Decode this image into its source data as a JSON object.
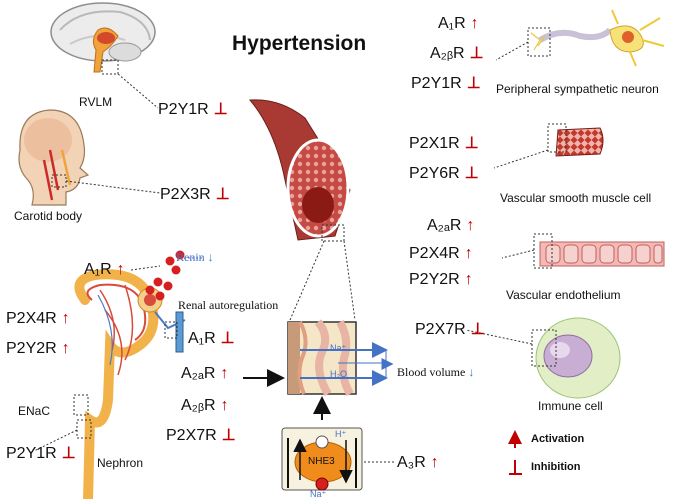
{
  "title": "Hypertension",
  "labels": {
    "rvlm": "RVLM",
    "carotid_body": "Carotid body",
    "renin": "Renin",
    "renal_autoregulation": "Renal autoregulation",
    "enac": "ENaC",
    "nephron": "Nephron",
    "peripheral_sympathetic_neuron": "Peripheral sympathetic neuron",
    "vascular_smooth_muscle_cell": "Vascular smooth muscle cell",
    "vascular_endothelium": "Vascular endothelium",
    "immune_cell": "Immune cell",
    "na_plus": "Na⁺",
    "h2o": "H₂O",
    "h_plus": "H⁺",
    "na_plus_bottom": "Na⁺",
    "blood_volume": "Blood volume",
    "nhe3": "NHE3"
  },
  "receptors": {
    "rvlm_p2y1r": {
      "name": "P2Y1R",
      "effect": "inhibition"
    },
    "carotid_p2x3r": {
      "name": "P2X3R",
      "effect": "inhibition"
    },
    "kidney_a1r": {
      "name": "A₁R",
      "effect": "activation"
    },
    "nephron_p2x4r": {
      "name": "P2X4R",
      "effect": "activation"
    },
    "nephron_p2y2r": {
      "name": "P2Y2R",
      "effect": "activation"
    },
    "nephron_p2y1r": {
      "name": "P2Y1R",
      "effect": "inhibition"
    },
    "renal_a1r": {
      "name": "A₁R",
      "effect": "inhibition"
    },
    "renal_a2ar": {
      "name": "A₂ₐR",
      "effect": "activation"
    },
    "renal_a2br": {
      "name": "A₂ᵦR",
      "effect": "activation"
    },
    "renal_p2x7r": {
      "name": "P2X7R",
      "effect": "inhibition"
    },
    "nhe3_a3r": {
      "name": "A₃R",
      "effect": "activation"
    },
    "neuron_a1r": {
      "name": "A₁R",
      "effect": "activation"
    },
    "neuron_a2br": {
      "name": "A₂ᵦR",
      "effect": "inhibition"
    },
    "neuron_p2y1r": {
      "name": "P2Y1R",
      "effect": "inhibition"
    },
    "vsmc_p2x1r": {
      "name": "P2X1R",
      "effect": "inhibition"
    },
    "vsmc_p2y6r": {
      "name": "P2Y6R",
      "effect": "inhibition"
    },
    "endo_a2ar": {
      "name": "A₂ₐR",
      "effect": "activation"
    },
    "endo_p2x4r": {
      "name": "P2X4R",
      "effect": "activation"
    },
    "endo_p2y2r": {
      "name": "P2Y2R",
      "effect": "activation"
    },
    "immune_p2x7r": {
      "name": "P2X7R",
      "effect": "inhibition"
    }
  },
  "legend": {
    "activation": "Activation",
    "inhibition": "Inhibition"
  },
  "colors": {
    "activation": "#c00000",
    "inhibition": "#c00000",
    "flow_arrow": "#4472c4",
    "renin_text": "#4472c4"
  }
}
